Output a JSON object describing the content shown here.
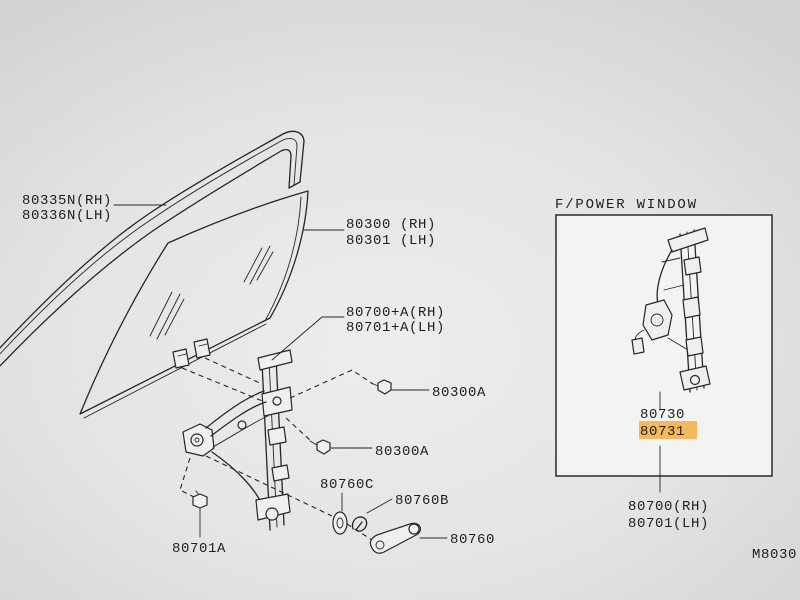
{
  "diagram": {
    "labels": {
      "run_channel_rh": "80335N(RH)",
      "run_channel_lh": "80336N(LH)",
      "door_glass_rh": "80300 (RH)",
      "door_glass_lh": "80301 (LH)",
      "regulator_rh": "80700+A(RH)",
      "regulator_lh": "80701+A(LH)",
      "bolt_upper": "80300A",
      "bolt_middle": "80300A",
      "washer": "80760C",
      "clip": "80760B",
      "handle": "80760",
      "bolt_lower": "80701A"
    },
    "inset": {
      "title": "F/POWER WINDOW",
      "part_upper": "80730",
      "part_highlighted": "80731",
      "regulator_rh": "80700(RH)",
      "regulator_lh": "80701(LH)"
    },
    "figure_code": "M8030"
  },
  "colors": {
    "line": "#262626",
    "highlight": "#f4a62a"
  }
}
